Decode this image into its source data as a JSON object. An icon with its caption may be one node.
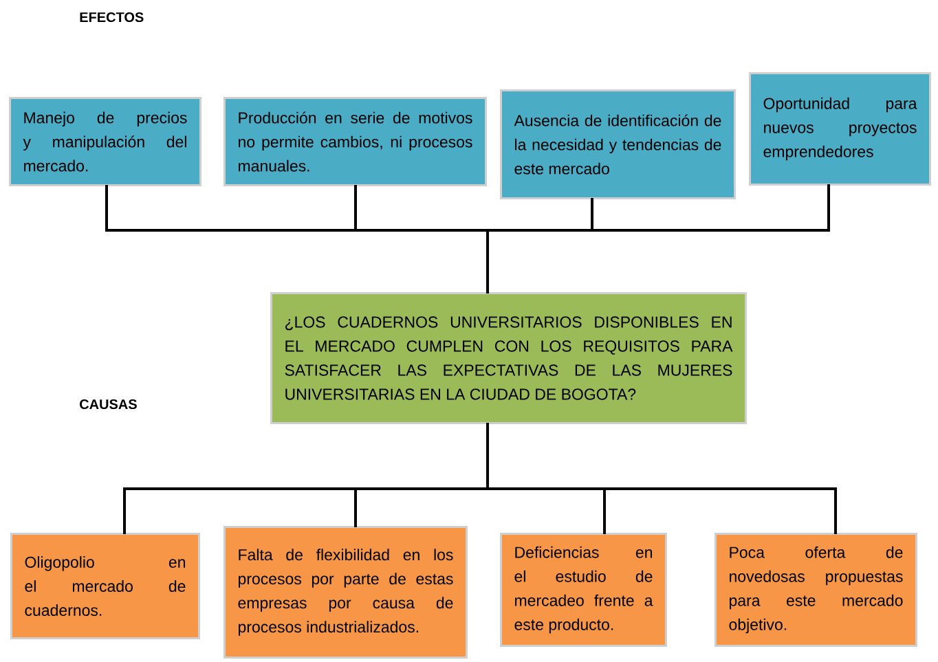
{
  "diagram": {
    "nodes": [
      {
        "text": [
          "Manejo de precios y manipulación del mercado."
        ]
      },
      {
        "text": [
          "Producción en serie de motivos no permite cambios, ni procesos manuales."
        ]
      },
      {
        "text": [
          "Ausencia de identificación de la necesidad y tendencias de este mercado"
        ]
      },
      {
        "text": [
          "Oportunidad para nuevos proyectos emprendedores"
        ]
      },
      {
        "text": [
          "¿LOS CUADERNOS UNIVERSITARIOS DISPONIBLES EN EL MERCADO CUMPLEN CON LOS REQUISITOS PARA SATISFACER LAS EXPECTATIVAS DE LAS MUJERES UNIVERSITARIAS EN LA CIUDAD DE BOGOTA?"
        ]
      },
      {
        "text": [
          "Oligopolio en el mercado de cuadernos."
        ]
      },
      {
        "text": [
          "Falta de flexibilidad en los procesos por parte de estas empresas por causa de procesos industrializados."
        ]
      },
      {
        "text": [
          "Deficiencias en el estudio de mercadeo frente a este producto."
        ]
      },
      {
        "text": [
          "Poca oferta de novedosas propuestas para este mercado objetivo."
        ]
      }
    ],
    "edges": [
      {
        "from": 4,
        "to": 0,
        "arrow": "none"
      },
      {
        "from": 4,
        "to": 1,
        "arrow": "none"
      },
      {
        "from": 4,
        "to": 2,
        "arrow": "none"
      },
      {
        "from": 4,
        "to": 3,
        "arrow": "none"
      },
      {
        "from": 5,
        "to": 4,
        "arrow": "none"
      },
      {
        "from": 6,
        "to": 4,
        "arrow": "none"
      },
      {
        "from": 7,
        "to": 4,
        "arrow": "none"
      },
      {
        "from": 8,
        "to": 4,
        "arrow": "none"
      }
    ],
    "labels": [
      "EFECTOS",
      "CAUSAS"
    ]
  }
}
